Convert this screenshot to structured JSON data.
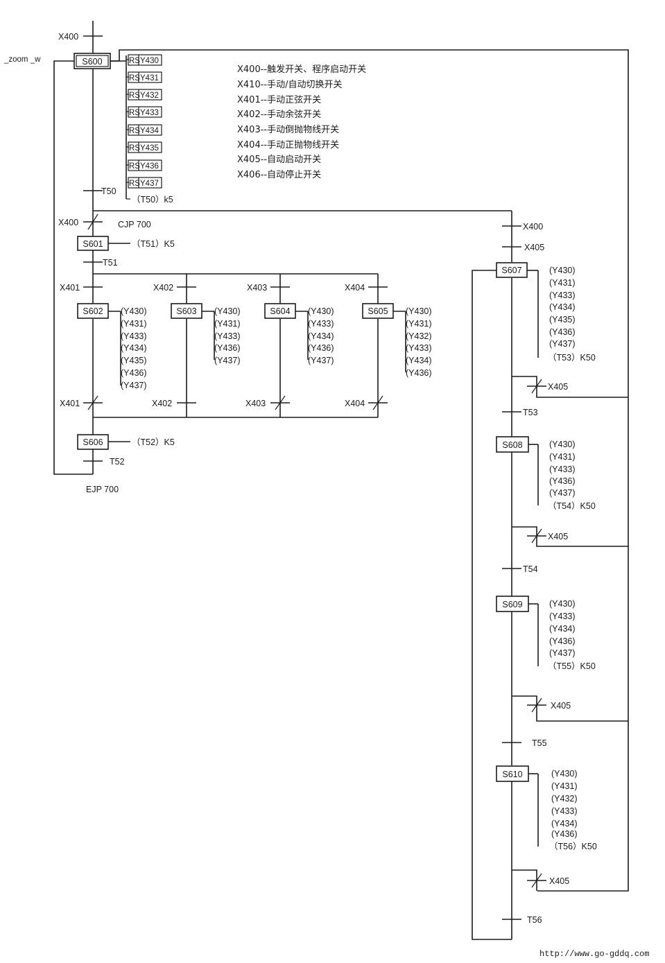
{
  "labels": {
    "zoom_annotation": "_zoom _w",
    "cjp": "CJP 700",
    "ejp": "EJP 700",
    "url": "http://www.go-gddq.com"
  },
  "legend": [
    "X400--触发开关、程序启动开关",
    "X410--手动/自动切换开关",
    "X401--手动正弦开关",
    "X402--手动余弦开关",
    "X403--手动倒抛物线开关",
    "X404--手动正抛物线开关",
    "X405--自动启动开关",
    "X406--自动停止开关"
  ],
  "steps": {
    "s600": "S600",
    "s601": "S601",
    "s602": "S602",
    "s603": "S603",
    "s604": "S604",
    "s605": "S605",
    "s606": "S606",
    "s607": "S607",
    "s608": "S608",
    "s609": "S609",
    "s610": "S610"
  },
  "transitions": {
    "x400_top": "X400",
    "t50": "T50",
    "x400_2": "X400",
    "t51": "T51",
    "x401": "X401",
    "x402": "X402",
    "x403": "X403",
    "x404": "X404",
    "x401_n": "X401",
    "x402_n": "X402",
    "x403_n": "X403",
    "x404_n": "X404",
    "t52": "T52",
    "x400_r": "X400",
    "x405_r": "X405",
    "x405_n1": "X405",
    "t53": "T53",
    "x405_n2": "X405",
    "t54": "T54",
    "x405_n3": "X405",
    "t55": "T55",
    "x405_n4": "X405",
    "t56": "T56"
  },
  "actions": {
    "s600": [
      {
        "prefix": "RS",
        "out": "Y430"
      },
      {
        "prefix": "RS",
        "out": "Y431"
      },
      {
        "prefix": "RS",
        "out": "Y432"
      },
      {
        "prefix": "RS",
        "out": "Y433"
      },
      {
        "prefix": "RS",
        "out": "Y434"
      },
      {
        "prefix": "RS",
        "out": "Y435"
      },
      {
        "prefix": "RS",
        "out": "Y436"
      },
      {
        "prefix": "RS",
        "out": "Y437"
      }
    ],
    "s600_timer": "（T50）k5",
    "s601_timer": "（T51）K5",
    "s606_timer": "（T52）K5",
    "s602": [
      "(Y430)",
      "(Y431)",
      "(Y433)",
      "(Y434)",
      "(Y435)",
      "(Y436)",
      "(Y437)"
    ],
    "s603": [
      "(Y430)",
      "(Y431)",
      "(Y433)",
      "(Y436)",
      "(Y437)"
    ],
    "s604": [
      "(Y430)",
      "(Y433)",
      "(Y434)",
      "(Y436)",
      "(Y437)"
    ],
    "s605": [
      "(Y430)",
      "(Y431)",
      "(Y432)",
      "(Y433)",
      "(Y434)",
      "(Y436)"
    ],
    "s607": [
      "(Y430)",
      "(Y431)",
      "(Y433)",
      "(Y434)",
      "(Y435)",
      "(Y436)",
      "(Y437)",
      "（T53）K50"
    ],
    "s608": [
      "(Y430)",
      "(Y431)",
      "(Y433)",
      "(Y436)",
      "(Y437)",
      "（T54）K50"
    ],
    "s609": [
      "(Y430)",
      "(Y433)",
      "(Y434)",
      "(Y436)",
      "(Y437)",
      "（T55）K50"
    ],
    "s610": [
      "(Y430)",
      "(Y431)",
      "(Y432)",
      "(Y433)",
      "(Y434)",
      "(Y436)",
      "（T56）K50"
    ]
  }
}
